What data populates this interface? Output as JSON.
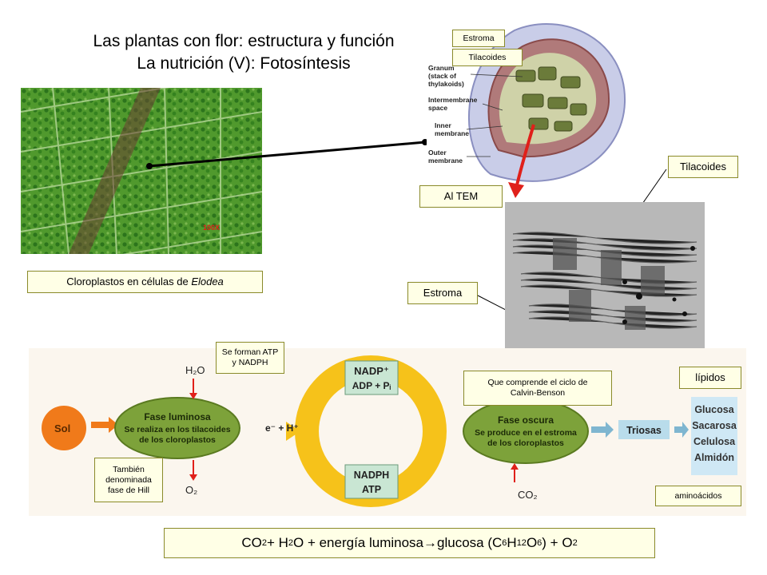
{
  "title": {
    "line1": "Las plantas con flor: estructura y función",
    "line2": "La nutrición (V): Fotosíntesis"
  },
  "micrograph": {
    "scale_label": "100X",
    "caption_prefix": "Cloroplastos en células de ",
    "caption_species": "Elodea"
  },
  "chloroplast": {
    "tag_estroma": "Estroma",
    "tag_tilacoides": "Tilacoides",
    "granum_label_1": "Granum",
    "granum_label_2": "(stack of",
    "granum_label_3": "thylakoids)",
    "intermembrane_1": "Intermembrane",
    "intermembrane_2": "space",
    "inner_1": "Inner",
    "inner_2": "membrane",
    "outer_1": "Outer",
    "outer_2": "membrane"
  },
  "tem": {
    "label": "Al TEM",
    "tag_tilacoides": "Tilacoides",
    "tag_estroma": "Estroma"
  },
  "process": {
    "sol": "Sol",
    "h2o": "H₂O",
    "o2": "O₂",
    "co2": "CO₂",
    "fase_luminosa_title": "Fase luminosa",
    "fase_luminosa_desc_1": "Se realiza en los tilacoides",
    "fase_luminosa_desc_2": "de los cloroplastos",
    "fase_oscura_title": "Fase oscura",
    "fase_oscura_desc_1": "Se produce en el estroma",
    "fase_oscura_desc_2": "de los cloroplastos",
    "nadp_top_1": "NADP⁺",
    "nadp_top_2": "ADP + Pᵢ",
    "nadph_bottom_1": "NADPH",
    "nadph_bottom_2": "ATP",
    "electrons": "e⁻ + H⁺",
    "triosas": "Triosas",
    "products": [
      "Glucosa",
      "Sacarosa",
      "Celulosa",
      "Almidón"
    ],
    "note_atp_1": "Se forman ATP",
    "note_atp_2": "y NADPH",
    "note_hill_1": "También",
    "note_hill_2": "denominada",
    "note_hill_3": "fase de Hill",
    "note_calvin_1": "Que comprende el ciclo de",
    "note_calvin_2": "Calvin-Benson",
    "tag_lipidos": "lípidos",
    "tag_aminoacidos": "aminoácidos"
  },
  "equation": {
    "co2": "CO",
    "plus1": " + H",
    "h2o_tail": "O + energía luminosa ",
    "arrow": "→",
    "glucosa": " glucosa (C",
    "h": "H",
    "o": "O",
    "close": ") + O",
    "sub2": "2",
    "sub6": "6",
    "sub12": "12"
  },
  "colors": {
    "label_bg": "#ffffe6",
    "label_border": "#8a8a2a",
    "cell_green": "#3f8f2a",
    "ellipse_green": "#7da23a",
    "cycle_yellow": "#f6c21a",
    "sun_orange": "#f07a1a",
    "red_arrow": "#e0201a"
  }
}
